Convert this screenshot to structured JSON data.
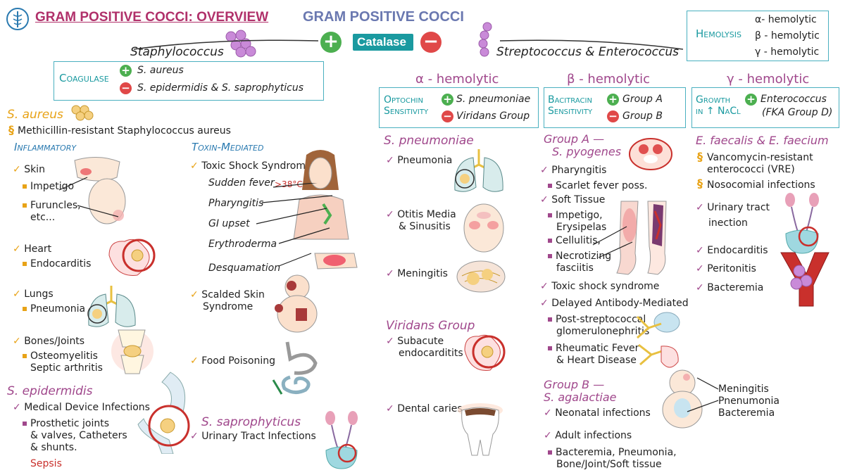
{
  "header": {
    "logo_icon": "caduceus-icon",
    "title": "GRAM POSITIVE COCCI: OVERVIEW",
    "center_title": "GRAM POSITIVE COCCI",
    "left_genus": "Staphylococcus",
    "right_genus": "Streptococcus & Enterococcus",
    "catalase": "Catalase",
    "hemolysis_label": "Hemolysis",
    "hemolysis_types": [
      "α- hemolytic",
      "β - hemolytic",
      "γ - hemolytic"
    ]
  },
  "coagulase": {
    "label": "Coagulase",
    "positive": "S. aureus",
    "negative": "S. epidermidis & S. saprophyticus"
  },
  "s_aureus": {
    "title": "S. aureus",
    "mrsa": "Methicillin-resistant Staphylococcus aureus",
    "inflammatory": {
      "heading": "Inflammatory",
      "items": [
        {
          "label": "Skin",
          "subs": [
            "Impetigo",
            "Furuncles,",
            "etc..."
          ]
        },
        {
          "label": "Heart",
          "subs": [
            "Endocarditis"
          ]
        },
        {
          "label": "Lungs",
          "subs": [
            "Pneumonia"
          ]
        },
        {
          "label": "Bones/Joints",
          "subs": [
            "Osteomyelitis",
            "Septic arthritis"
          ]
        }
      ]
    },
    "toxin": {
      "heading": "Toxin-Mediated",
      "tss": "Toxic Shock Syndrome",
      "tss_signs": [
        "Sudden fever",
        "Pharyngitis",
        "GI upset",
        "Erythroderma",
        "Desquamation"
      ],
      "fever_value": ">38°C",
      "scalded_line1": "Scalded Skin",
      "scalded_line2": "Syndrome",
      "food": "Food Poisoning"
    }
  },
  "s_epidermidis": {
    "title": "S. epidermidis",
    "item": "Medical Device Infections",
    "subs": [
      "Prosthetic joints",
      "& valves, Catheters",
      "& shunts."
    ],
    "sepsis": "Sepsis"
  },
  "s_saprophyticus": {
    "title": "S. saprophyticus",
    "item": "Urinary Tract Infections"
  },
  "alpha": {
    "title": "α - hemolytic",
    "test_line1": "Optochin",
    "test_line2": "Sensitivity",
    "positive": "S. pneumoniae",
    "negative": "Viridans Group",
    "pneumo_title": "S. pneumoniae",
    "pneumo_items": [
      "Pneumonia",
      "Otitis Media",
      "& Sinusitis",
      "Meningitis"
    ],
    "viridans_title": "Viridans Group",
    "viridans_items": [
      "Subacute",
      "endocarditits",
      "Dental caries"
    ]
  },
  "beta": {
    "title": "β - hemolytic",
    "test_line1": "Bacitracin",
    "test_line2": "Sensitivity",
    "positive": "Group A",
    "negative": "Group B",
    "group_a_line1": "Group A —",
    "group_a_line2": "S. pyogenes",
    "pharyngitis": "Pharyngitis",
    "scarlet": "Scarlet fever poss.",
    "soft_tissue": "Soft Tissue",
    "soft_subs": [
      "Impetigo,",
      "Erysipelas",
      "Cellulitis,",
      "Necrotizing",
      "fasciitis"
    ],
    "tss": "Toxic shock syndrome",
    "delayed": "Delayed Antibody-Mediated",
    "delayed_subs": [
      "Post-streptococcal",
      "glomerulonephritis",
      "Rheumatic Fever",
      "& Heart Disease"
    ],
    "group_b_line1": "Group B —",
    "group_b_line2": "S. agalactiae",
    "neonatal": "Neonatal infections",
    "neonatal_list": [
      "Meningitis",
      "Pnenumonia",
      "Bacteremia"
    ],
    "adult": "Adult infections",
    "adult_subs": [
      "Bacteremia, Pneumonia,",
      "Bone/Joint/Soft tissue"
    ]
  },
  "gamma": {
    "title": "γ - hemolytic",
    "test_line1": "Growth",
    "test_line2": "in ↑ NaCl",
    "positive": "Enterococcus",
    "positive_sub": "(FKA Group D)",
    "species": "E. faecalis & E. faecium",
    "vre_line1": "Vancomycin-resistant",
    "vre_line2": "enterococci (VRE)",
    "nosocomial": "Nosocomial infections",
    "uti_line1": "Urinary tract",
    "uti_line2": "inection",
    "items": [
      "Endocarditis",
      "Peritonitis",
      "Bacteremia"
    ]
  },
  "colors": {
    "orange": "#e8a317",
    "purple": "#a0488c",
    "teal": "#1a9aa0",
    "blue": "#2a7ab0",
    "red": "#c9302c",
    "plus": "#4caf50",
    "minus": "#e04848"
  }
}
